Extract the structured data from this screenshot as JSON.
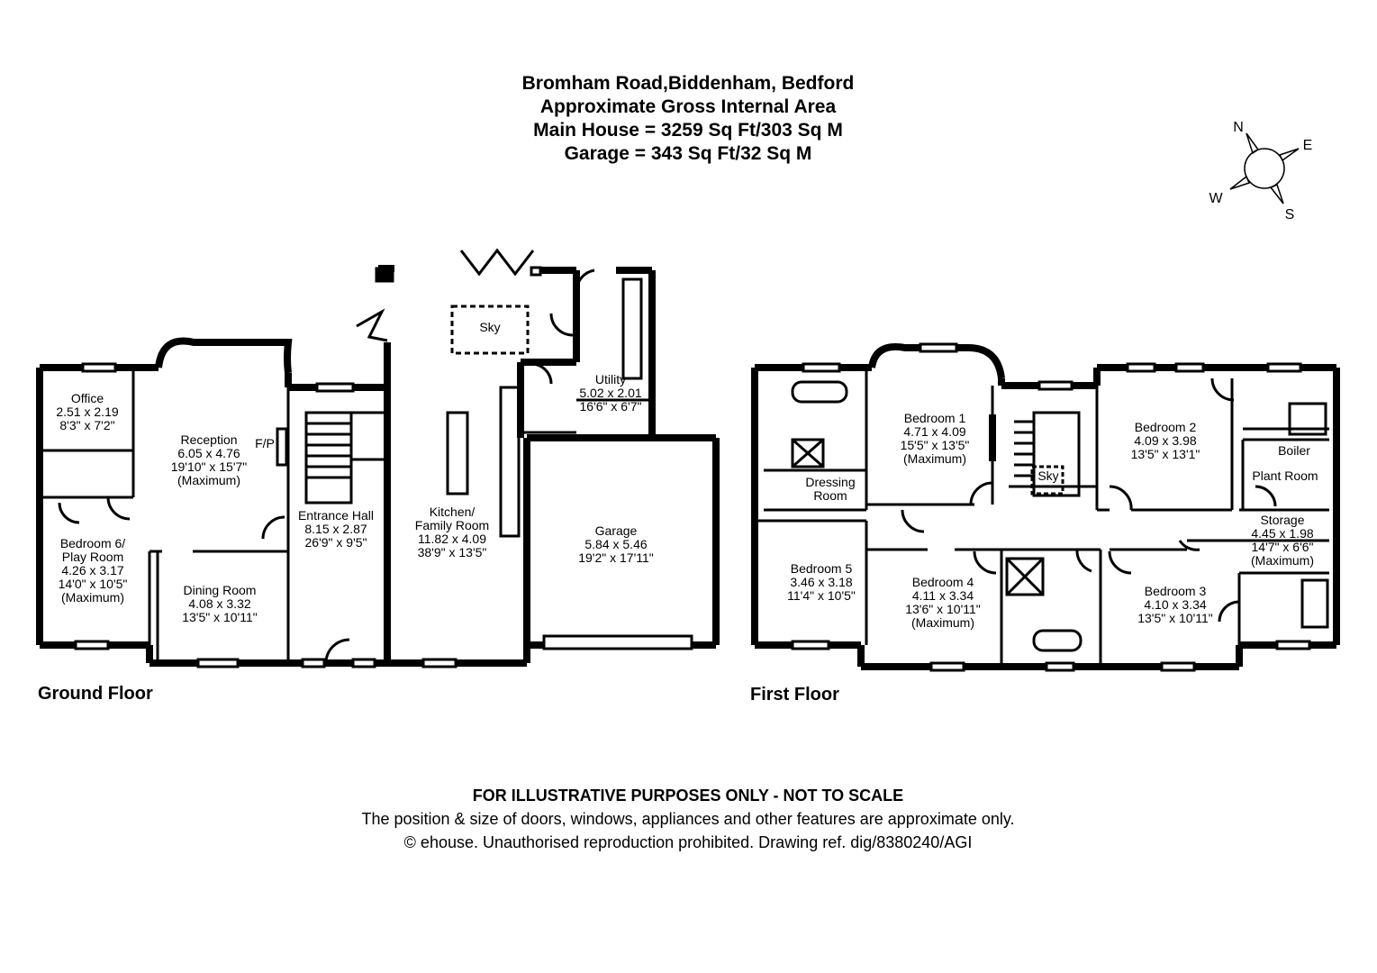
{
  "header": {
    "title": "Bromham Road,Biddenham, Bedford",
    "subtitle": "Approximate Gross Internal Area",
    "main_house": "Main House = 3259 Sq Ft/303 Sq M",
    "garage": "Garage = 343 Sq Ft/32 Sq M"
  },
  "compass": {
    "n": "N",
    "e": "E",
    "s": "S",
    "w": "W"
  },
  "floors": {
    "ground": "Ground Floor",
    "first": "First Floor"
  },
  "ground_rooms": [
    {
      "key": "office",
      "lines": [
        "Office",
        "2.51 x 2.19",
        "8'3\" x 7'2\""
      ]
    },
    {
      "key": "reception",
      "lines": [
        "Reception",
        "6.05 x 4.76",
        "19'10\" x 15'7\"",
        "(Maximum)"
      ]
    },
    {
      "key": "bedroom6",
      "lines": [
        "Bedroom 6/",
        "Play Room",
        "4.26 x 3.17",
        "14'0\" x 10'5\"",
        "(Maximum)"
      ]
    },
    {
      "key": "dining",
      "lines": [
        "Dining Room",
        "4.08 x 3.32",
        "13'5\" x 10'11\""
      ]
    },
    {
      "key": "hall",
      "lines": [
        "Entrance Hall",
        "8.15 x 2.87",
        "26'9\" x 9'5\""
      ]
    },
    {
      "key": "kitchen",
      "lines": [
        "Kitchen/",
        "Family Room",
        "11.82 x 4.09",
        "38'9\" x 13'5\""
      ]
    },
    {
      "key": "utility",
      "lines": [
        "Utility",
        "5.02 x 2.01",
        "16'6\" x 6'7\""
      ]
    },
    {
      "key": "garage",
      "lines": [
        "Garage",
        "5.84 x 5.46",
        "19'2\" x 17'11\""
      ]
    },
    {
      "key": "fp",
      "lines": [
        "F/P"
      ]
    },
    {
      "key": "sky1",
      "lines": [
        "Sky"
      ]
    }
  ],
  "first_rooms": [
    {
      "key": "bedroom1",
      "lines": [
        "Bedroom 1",
        "4.71 x 4.09",
        "15'5\" x 13'5\"",
        "(Maximum)"
      ]
    },
    {
      "key": "dressing",
      "lines": [
        "Dressing",
        "Room"
      ]
    },
    {
      "key": "bedroom2",
      "lines": [
        "Bedroom 2",
        "4.09 x 3.98",
        "13'5\" x 13'1\""
      ]
    },
    {
      "key": "boiler",
      "lines": [
        "Boiler"
      ]
    },
    {
      "key": "plant",
      "lines": [
        "Plant Room"
      ]
    },
    {
      "key": "storage",
      "lines": [
        "Storage",
        "4.45 x 1.98",
        "14'7\" x 6'6\"",
        "(Maximum)"
      ]
    },
    {
      "key": "bedroom5",
      "lines": [
        "Bedroom 5",
        "3.46 x 3.18",
        "11'4\" x 10'5\""
      ]
    },
    {
      "key": "bedroom4",
      "lines": [
        "Bedroom 4",
        "4.11 x 3.34",
        "13'6\" x 10'11\"",
        "(Maximum)"
      ]
    },
    {
      "key": "bedroom3",
      "lines": [
        "Bedroom 3",
        "4.10 x 3.34",
        "13'5\" x 10'11\""
      ]
    },
    {
      "key": "sky2",
      "lines": [
        "Sky"
      ]
    }
  ],
  "footer": {
    "disclaimer": "FOR ILLUSTRATIVE PURPOSES ONLY - NOT TO SCALE",
    "note": "The position & size of doors, windows, appliances and other features are approximate only.",
    "copyright": "© ehouse. Unauthorised reproduction prohibited. Drawing ref. dig/8380240/AGI"
  }
}
